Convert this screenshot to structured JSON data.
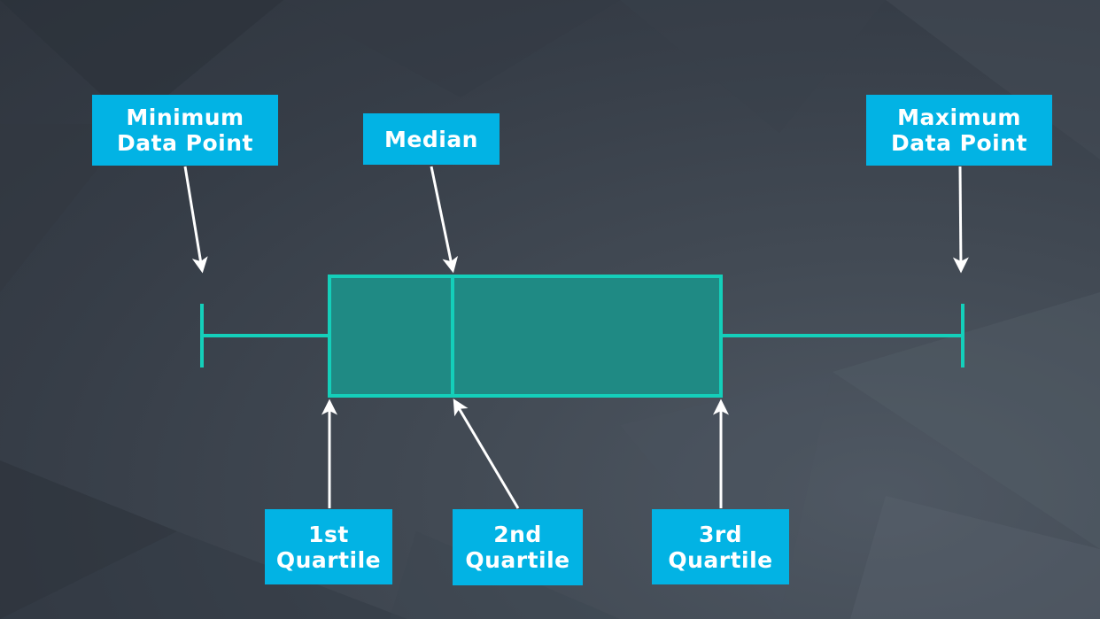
{
  "colors": {
    "label_bg": "#02b3e4",
    "label_text": "#ffffff",
    "box_fill": "#1f8a84",
    "box_stroke": "#14cfba",
    "arrow": "#ffffff"
  },
  "labels": {
    "minimum": {
      "line1": "Minimum",
      "line2": "Data Point"
    },
    "median": {
      "line1": "Median"
    },
    "maximum": {
      "line1": "Maximum",
      "line2": "Data Point"
    },
    "q1": {
      "line1": "1st",
      "line2": "Quartile"
    },
    "q2": {
      "line1": "2nd",
      "line2": "Quartile"
    },
    "q3": {
      "line1": "3rd",
      "line2": "Quartile"
    }
  }
}
